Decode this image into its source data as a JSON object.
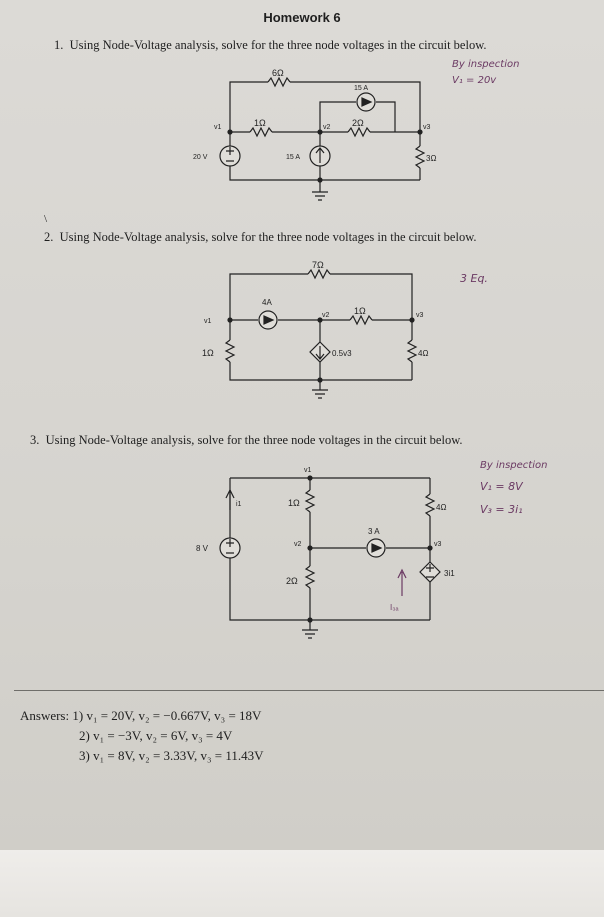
{
  "title": "Homework 6",
  "q1": {
    "number": "1.",
    "text": "Using Node-Voltage analysis, solve for the three node voltages in the circuit below.",
    "note1": "By inspection",
    "note2": "V₁ = 20v",
    "labels": {
      "r6": "6Ω",
      "r1": "1Ω",
      "r2": "2Ω",
      "r3": "3Ω",
      "src_v": "20 V",
      "src_i": "15 A",
      "src_top": "15 A",
      "v1": "v1",
      "v2": "v2",
      "v3": "v3"
    }
  },
  "q2": {
    "number": "2.",
    "text": "Using Node-Voltage analysis, solve for the three node voltages in the circuit below.",
    "mark": "\\",
    "note1": "3 Eq.",
    "labels": {
      "r7": "7Ω",
      "r1a": "1Ω",
      "r1b": "1Ω",
      "r4": "4Ω",
      "src_i": "4A",
      "dep": "0.5v3",
      "v1": "v1",
      "v2": "v2",
      "v3": "v3"
    }
  },
  "q3": {
    "number": "3.",
    "text": "Using Node-Voltage analysis, solve for the three node voltages in the circuit below.",
    "note1": "By inspection",
    "note2": "V₁ = 8V",
    "note3": "V₃ = 3i₁",
    "note4": "I₃ₐ",
    "labels": {
      "v1": "v1",
      "v2": "v2",
      "v3": "v3",
      "i1": "i1",
      "r1": "1Ω",
      "r2": "2Ω",
      "r4": "4Ω",
      "src_v": "8 V",
      "src_i": "3 A",
      "dep": "3i1"
    }
  },
  "answers": {
    "label": "Answers: ",
    "a1": "1) v₁ = 20V,  v₂ = −0.667V,  v₃ = 18V",
    "a2": "2) v₁ = −3V,  v₂ = 6V,  v₃ = 4V",
    "a3": "3) v₁ = 8V,  v₂ = 3.33V,  v₃ = 11.43V"
  }
}
